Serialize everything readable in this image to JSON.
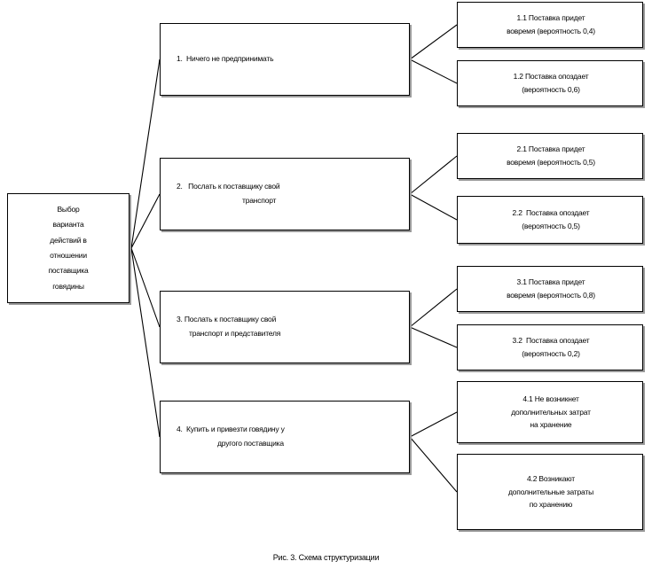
{
  "figure": {
    "caption": "Рис. 3. Схема структуризации"
  },
  "root": {
    "name": "root-decision-node",
    "lines": [
      "Выбор",
      "варианта",
      "действий в",
      "отношении",
      "поставщика",
      "говядины"
    ]
  },
  "options": [
    {
      "id": "option-1",
      "lines": [
        "1.  Ничего не предпринимать"
      ],
      "indent": "indent-1",
      "outcomes": [
        {
          "id": "outcome-1-1",
          "lines": [
            "1.1 Поставка придет",
            "вовремя (вероятность 0,4)"
          ],
          "probability": "0,4"
        },
        {
          "id": "outcome-1-2",
          "lines": [
            "1.2 Поставка опоздает",
            "(вероятность 0,6)"
          ],
          "probability": "0,6"
        }
      ]
    },
    {
      "id": "option-2",
      "lines": [
        "2.   Послать к поставщику свой",
        "транспорт"
      ],
      "indent": "indent-2",
      "outcomes": [
        {
          "id": "outcome-2-1",
          "lines": [
            "2.1 Поставка придет",
            "вовремя (вероятность 0,5)"
          ],
          "probability": "0,5"
        },
        {
          "id": "outcome-2-2",
          "lines": [
            "2.2  Поставка опоздает",
            "(вероятность 0,5)"
          ],
          "probability": "0,5"
        }
      ]
    },
    {
      "id": "option-3",
      "lines": [
        "3. Послать к поставщику свой",
        "транспорт и представителя"
      ],
      "indent": "indent-3",
      "outcomes": [
        {
          "id": "outcome-3-1",
          "lines": [
            "3.1 Поставка придет",
            "вовремя (вероятность 0,8)"
          ],
          "probability": "0,8"
        },
        {
          "id": "outcome-3-2",
          "lines": [
            "3.2  Поставка опоздает",
            "(вероятность 0,2)"
          ],
          "probability": "0,2"
        }
      ]
    },
    {
      "id": "option-4",
      "lines": [
        "4.  Купить и привезти говядину у",
        "другого поставщика"
      ],
      "indent": "indent-4",
      "outcomes": [
        {
          "id": "outcome-4-1",
          "lines": [
            "4.1 Не возникнет",
            "дополнительных затрат",
            "на хранение"
          ],
          "probability": ""
        },
        {
          "id": "outcome-4-2",
          "lines": [
            "4.2 Возникают",
            "дополнительные затраты",
            "по хранению"
          ],
          "probability": ""
        }
      ]
    }
  ]
}
